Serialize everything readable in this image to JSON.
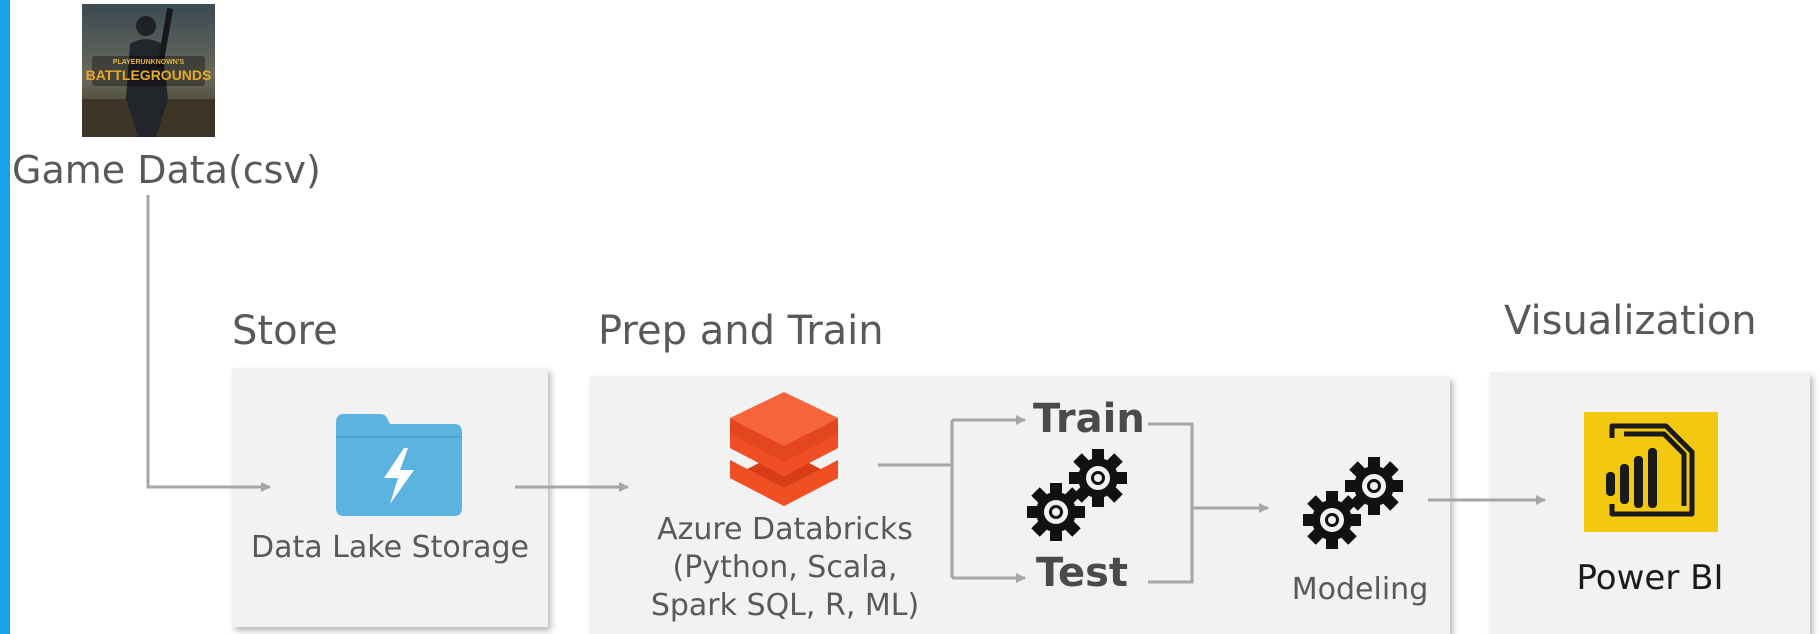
{
  "source": {
    "label": "Game Data(csv)",
    "thumbnail_text": "PLAYERUNKNOWN'S BATTLEGROUNDS"
  },
  "sections": {
    "store": "Store",
    "prep": "Prep and Train",
    "viz": "Visualization"
  },
  "store": {
    "label": "Data Lake Storage",
    "icon": "folder-lightning-icon"
  },
  "prep": {
    "databricks_lines": [
      "Azure Databricks",
      "(Python, Scala,",
      "Spark SQL, R, ML)"
    ],
    "train": "Train",
    "test": "Test",
    "modeling": "Modeling",
    "icons": [
      "databricks-icon",
      "gears-icon"
    ]
  },
  "viz": {
    "label": "Power BI",
    "icon": "power-bi-icon"
  },
  "colors": {
    "accent_bar": "#1aa3e8",
    "panel": "#f2f2f2",
    "connector": "#a6a6a6",
    "folder": "#5bb4df",
    "databricks": "#ef4f23",
    "powerbi": "#f2c811"
  }
}
